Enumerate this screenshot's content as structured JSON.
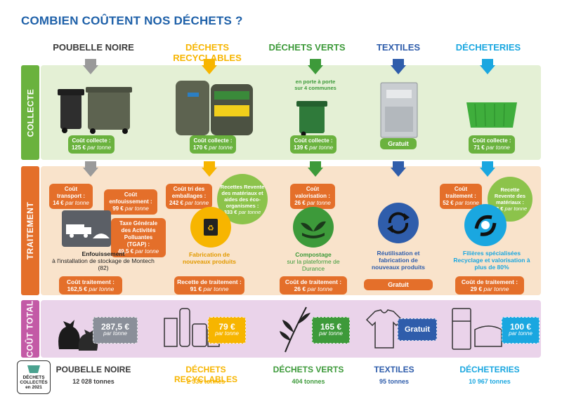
{
  "title": "COMBIEN COÛTENT NOS DÉCHETS ?",
  "colors": {
    "title": "#1f61a9",
    "noire": "#3a3a3a",
    "recyclables": "#f7b500",
    "verts": "#3d9a3a",
    "textiles": "#2f5dab",
    "decheteries": "#1aa7e0",
    "collecte_band": "#e4f0d5",
    "collecte_side": "#6ab23e",
    "traitement_band": "#f9e3cb",
    "traitement_side": "#e46f2a",
    "total_band": "#ead3ea",
    "total_side": "#c35aa6"
  },
  "sections": {
    "collecte": "COLLECTE",
    "traitement": "TRAITEMENT",
    "total": "COÛT TOTAL"
  },
  "columns": [
    {
      "name": "POUBELLE NOIRE",
      "collecte": {
        "label": "Coût collecte :",
        "value": "125 €",
        "unit": "par tonne"
      },
      "traitement": {
        "transport": {
          "label": "Coût transport :",
          "value": "14 €",
          "unit": "par tonne"
        },
        "enfouissement": {
          "label": "Coût enfouissement :",
          "value": "99 €",
          "unit": "par tonne"
        },
        "tgap": {
          "label": "Taxe Générale des Activités Polluantes (TGAP) :",
          "value": "49,5 €",
          "unit": "par tonne"
        },
        "desc_bold": "Enfouissement",
        "desc": "à l'installation de stockage de Montech (82)",
        "total": {
          "label": "Coût traitement :",
          "value": "162,5 €",
          "unit": "par tonne"
        }
      },
      "cout_total": {
        "value": "287,5 €",
        "unit": "par tonne"
      },
      "collected": "12 028 tonnes"
    },
    {
      "name": "DÉCHETS RECYCLABLES",
      "collecte": {
        "label": "Coût collecte :",
        "value": "170 €",
        "unit": "par tonne"
      },
      "traitement": {
        "tri": {
          "label": "Coût tri des emballages :",
          "value": "242 €",
          "unit": "par tonne"
        },
        "recettes": {
          "label": "Recettes Revente des matériaux et aides des éco-organismes :",
          "value": "333 €",
          "unit": "par tonne"
        },
        "desc": "Fabrication de nouveaux produits",
        "total": {
          "label": "Recette de traitement :",
          "value": "91 €",
          "unit": "par tonne"
        }
      },
      "cout_total": {
        "value": "79 €",
        "unit": "par tonne"
      },
      "collected": "2 536 tonnes"
    },
    {
      "name": "DÉCHETS VERTS",
      "note": "en porte à porte sur 4 communes",
      "collecte": {
        "label": "Coût collecte :",
        "value": "139 €",
        "unit": "par tonne"
      },
      "traitement": {
        "valorisation": {
          "label": "Coût valorisation :",
          "value": "26 €",
          "unit": "par tonne"
        },
        "desc_bold": "Compostage",
        "desc": "sur la plateforme de Durance",
        "total": {
          "label": "Coût de traitement :",
          "value": "26 €",
          "unit": "par tonne"
        }
      },
      "cout_total": {
        "value": "165 €",
        "unit": "par tonne"
      },
      "collected": "404 tonnes"
    },
    {
      "name": "TEXTILES",
      "collecte": {
        "label": "Gratuit"
      },
      "traitement": {
        "desc_bold": "Réutilisation et fabrication de nouveaux produits",
        "total": {
          "label": "Gratuit"
        }
      },
      "cout_total": {
        "value": "Gratuit"
      },
      "collected": "95 tonnes"
    },
    {
      "name": "DÉCHETERIES",
      "collecte": {
        "label": "Coût collecte :",
        "value": "71 €",
        "unit": "par tonne"
      },
      "traitement": {
        "traitement": {
          "label": "Coût traitement :",
          "value": "52 €",
          "unit": "par tonne"
        },
        "recette": {
          "label": "Recette Revente des matériaux :",
          "value": "23 €",
          "unit": "par tonne"
        },
        "desc_bold": "Filières spécialisées Recyclage et valorisation à plus de 80%",
        "total": {
          "label": "Coût de traitement :",
          "value": "29 €",
          "unit": "par tonne"
        }
      },
      "cout_total": {
        "value": "100 €",
        "unit": "par tonne"
      },
      "collected": "10 967 tonnes"
    }
  ],
  "badge": {
    "line1": "DÉCHETS",
    "line2": "COLLECTÉS",
    "line3": "en 2021"
  }
}
